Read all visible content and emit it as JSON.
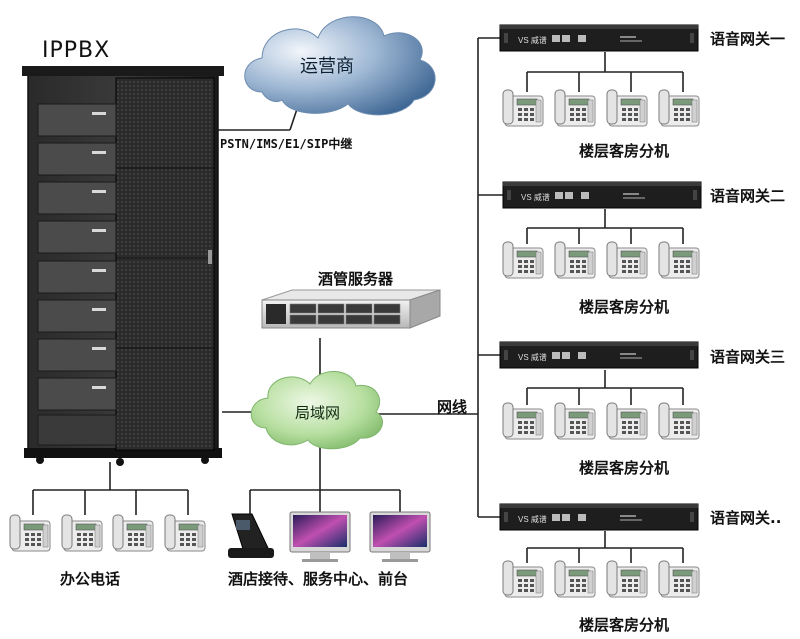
{
  "pbx": {
    "label": "IPPBX"
  },
  "carrier": {
    "label": "运营商"
  },
  "trunk": {
    "label": "PSTN/IMS/E1/SIP中继"
  },
  "server": {
    "label": "酒管服务器"
  },
  "lan": {
    "label": "局域网"
  },
  "wire": {
    "label": "网线"
  },
  "office": {
    "label": "办公电话"
  },
  "reception": {
    "label": "酒店接待、服务中心、前台"
  },
  "gateways": [
    {
      "label": "语音网关一",
      "rooms_label": "楼层客房分机"
    },
    {
      "label": "语音网关二",
      "rooms_label": "楼层客房分机"
    },
    {
      "label": "语音网关三",
      "rooms_label": "楼层客房分机"
    },
    {
      "label": "语音网关..",
      "rooms_label": "楼层客房分机"
    }
  ],
  "gateway_brand": "VS 威谱",
  "colors": {
    "cloud_blue": "#4d79a8",
    "cloud_green": "#7fbf6a",
    "device_dark": "#1e1e1e"
  }
}
